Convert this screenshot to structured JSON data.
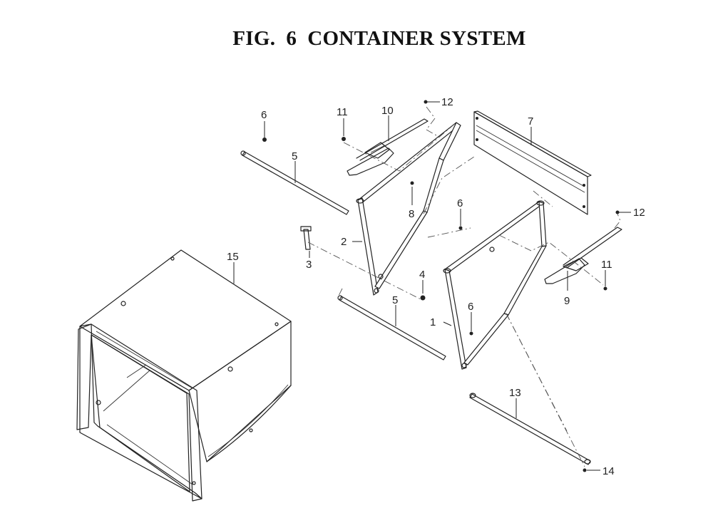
{
  "title": "FIG.  6  CONTAINER SYSTEM",
  "callouts": [
    {
      "id": "c1",
      "label": "1"
    },
    {
      "id": "c2",
      "label": "2"
    },
    {
      "id": "c3",
      "label": "3"
    },
    {
      "id": "c4",
      "label": "4"
    },
    {
      "id": "c5a",
      "label": "5"
    },
    {
      "id": "c5b",
      "label": "5"
    },
    {
      "id": "c6a",
      "label": "6"
    },
    {
      "id": "c6b",
      "label": "6"
    },
    {
      "id": "c6c",
      "label": "6"
    },
    {
      "id": "c7",
      "label": "7"
    },
    {
      "id": "c8",
      "label": "8"
    },
    {
      "id": "c9",
      "label": "9"
    },
    {
      "id": "c10",
      "label": "10"
    },
    {
      "id": "c11a",
      "label": "11"
    },
    {
      "id": "c11b",
      "label": "11"
    },
    {
      "id": "c12a",
      "label": "12"
    },
    {
      "id": "c12b",
      "label": "12"
    },
    {
      "id": "c13",
      "label": "13"
    },
    {
      "id": "c14",
      "label": "14"
    },
    {
      "id": "c15",
      "label": "15"
    }
  ]
}
